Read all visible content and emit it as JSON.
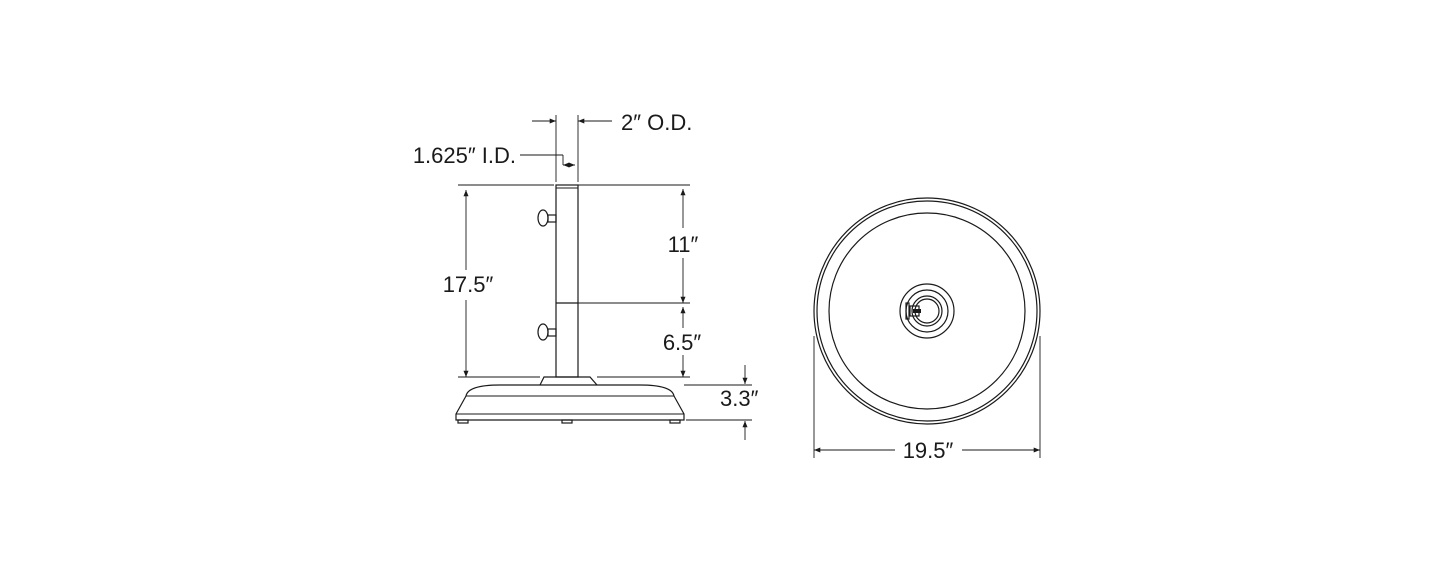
{
  "labels": {
    "outer_diameter": "2″ O.D.",
    "inner_diameter": "1.625″ I.D.",
    "total_height": "17.5″",
    "upper_tube": "11″",
    "lower_tube": "6.5″",
    "base_height": "3.3″",
    "base_diameter": "19.5″"
  }
}
